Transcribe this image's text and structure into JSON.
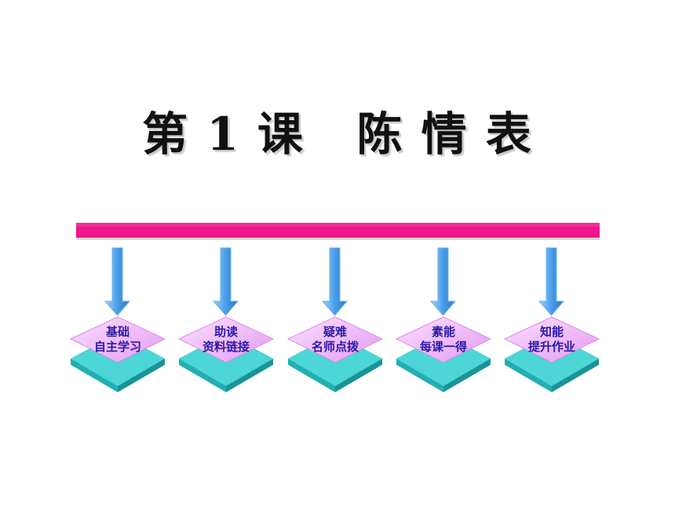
{
  "title": "第 1 课   陈 情 表",
  "colors": {
    "timeline": "#f0168c",
    "arrow": "#5aa8ee",
    "diamond_top": "#f3c6fb",
    "block_side": "#2fc6c9",
    "label_text": "#2a1aa8"
  },
  "nav_items": [
    {
      "line1": "基础",
      "line2": "自主学习"
    },
    {
      "line1": "助读",
      "line2": "资料链接"
    },
    {
      "line1": "疑难",
      "line2": "名师点拨"
    },
    {
      "line1": "素能",
      "line2": "每课一得"
    },
    {
      "line1": "知能",
      "line2": "提升作业"
    }
  ]
}
